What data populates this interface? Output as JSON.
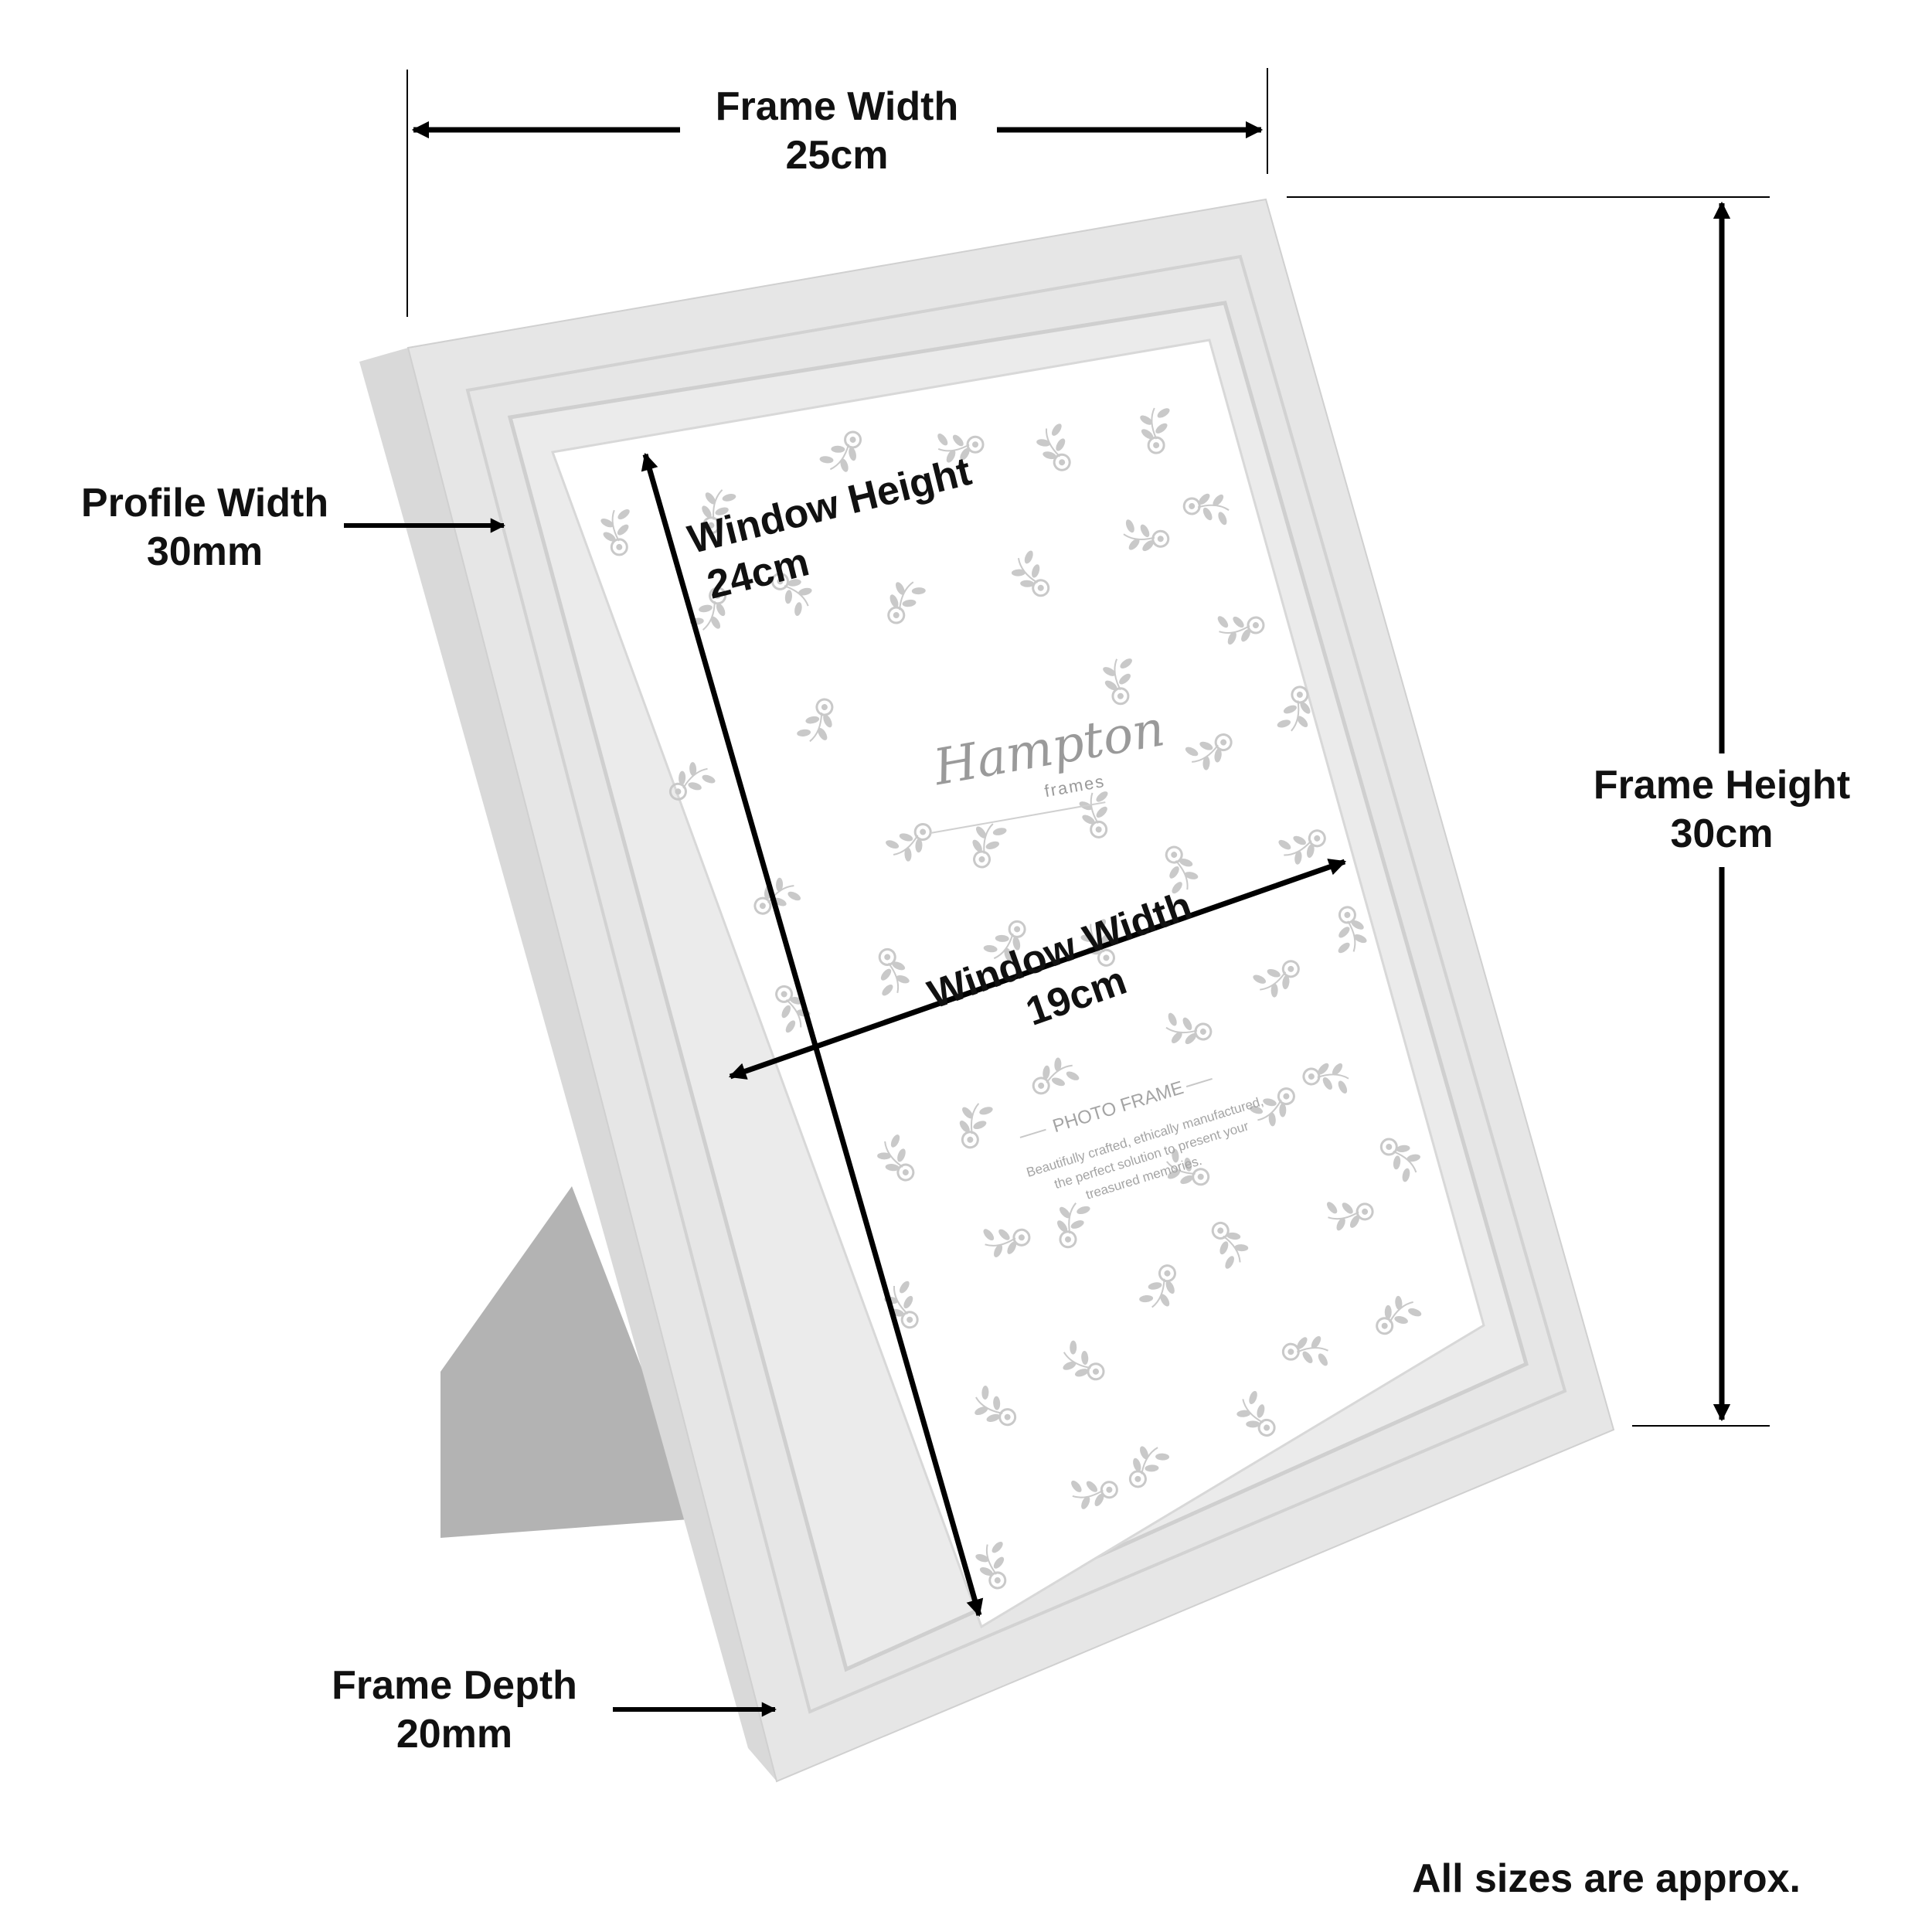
{
  "dimensions": {
    "frame_width": {
      "title": "Frame Width",
      "value": "25cm"
    },
    "frame_height": {
      "title": "Frame Height",
      "value": "30cm"
    },
    "profile_width": {
      "title": "Profile Width",
      "value": "30mm"
    },
    "frame_depth": {
      "title": "Frame Depth",
      "value": "20mm"
    },
    "window_height": {
      "title": "Window Height",
      "value": "24cm"
    },
    "window_width": {
      "title": "Window Width",
      "value": "19cm"
    }
  },
  "insert": {
    "brand_name": "Hampton",
    "brand_sub": "frames",
    "heading": "PHOTO FRAME",
    "blurb_lines": [
      "Beautifully crafted, ethically manufactured,",
      "the perfect solution to present your",
      "treasured memories."
    ]
  },
  "footnote": "All sizes are approx.",
  "colors": {
    "frame": "#e6e6e6",
    "frame_edge": "#cfcfcf",
    "easel_back": "#b3b3b3",
    "pattern": "#c9c9c9",
    "arrow": "#000000"
  }
}
